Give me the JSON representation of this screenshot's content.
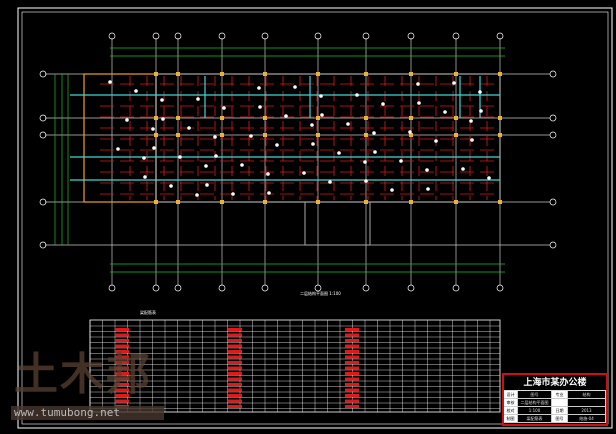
{
  "drawing": {
    "plan_title": "二层结构平面图 1:100",
    "table_title": "梁配筋表",
    "colors": {
      "axis": "#c8c8c8",
      "beam": "#e01818",
      "wall": "#3fd6d6",
      "dim": "#22c022",
      "outline": "#f0a020",
      "border": "#ffffff",
      "titleblock": "#d01010"
    }
  },
  "title_block": {
    "project": "上海市某办公楼",
    "rows": [
      [
        "设计",
        "图号",
        "专业",
        "结构"
      ],
      [
        "审核",
        "二层结构平面图",
        "",
        ""
      ],
      [
        "校对",
        "1:100",
        "日期",
        "2013"
      ],
      [
        "制图",
        "梁配筋表",
        "图号",
        "结施-04"
      ]
    ]
  },
  "watermark": {
    "logo": "土木邦",
    "url": "www.tumubong.net"
  }
}
